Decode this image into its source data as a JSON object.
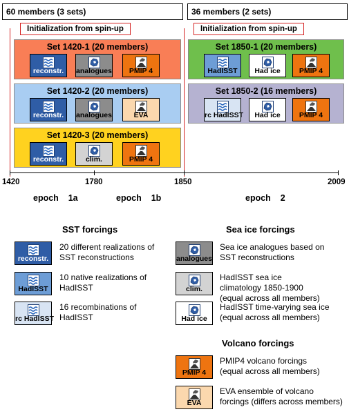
{
  "header": {
    "left": "60 members (3 sets)",
    "right": "36 members (2 sets)"
  },
  "init": {
    "left": "Initialization from spin-up",
    "right": "Initialization from spin-up"
  },
  "sets": [
    {
      "title": "Set 1420-1  (20 members)",
      "color": "#f97e56",
      "boxes": [
        {
          "label": "reconstr.",
          "type": "reconstr"
        },
        {
          "label": "analogues",
          "type": "analogues"
        },
        {
          "label": "PMIP 4",
          "type": "pmip"
        }
      ]
    },
    {
      "title": "Set 1420-2 (20 members)",
      "color": "#a9cdf2",
      "boxes": [
        {
          "label": "reconstr.",
          "type": "reconstr"
        },
        {
          "label": "analogues",
          "type": "analogues"
        },
        {
          "label": "EVA",
          "type": "eva"
        }
      ]
    },
    {
      "title": "Set 1420-3 (20 members)",
      "color": "#ffd21f",
      "boxes": [
        {
          "label": "reconstr.",
          "type": "reconstr"
        },
        {
          "label": "clim.",
          "type": "clim"
        },
        {
          "label": "PMIP 4",
          "type": "pmip"
        }
      ]
    },
    {
      "title": "Set 1850-1 (20 members)",
      "color": "#6fbf4c",
      "boxes": [
        {
          "label": "HadISST",
          "type": "hadisst"
        },
        {
          "label": "Had ice",
          "type": "hadice"
        },
        {
          "label": "PMIP 4",
          "type": "pmip"
        }
      ]
    },
    {
      "title": "Set 1850-2 (16 members)",
      "color": "#b5b2d1",
      "boxes": [
        {
          "label": "rc HadISST",
          "type": "rchadisst"
        },
        {
          "label": "Had ice",
          "type": "hadice"
        },
        {
          "label": "PMIP 4",
          "type": "pmip"
        }
      ]
    }
  ],
  "timeline": {
    "ticks": [
      "1420",
      "1780",
      "1850",
      "2009"
    ],
    "epochs": [
      "epoch    1a",
      "epoch    1b",
      "epoch    2"
    ]
  },
  "legend": {
    "sst_title": "SST forcings",
    "seaice_title": "Sea ice forcings",
    "volcano_title": "Volcano forcings",
    "sst": [
      {
        "label": "reconstr.",
        "type": "reconstr",
        "desc": [
          "20 different realizations of",
          "SST reconstructions"
        ]
      },
      {
        "label": "HadISST",
        "type": "hadisst",
        "desc": [
          "10 native realizations of",
          "HadISST"
        ]
      },
      {
        "label": "rc HadISST",
        "type": "rchadisst",
        "desc": [
          "16 recombinations of",
          "HadISST"
        ]
      }
    ],
    "seaice": [
      {
        "label": "analogues",
        "type": "analogues",
        "desc": [
          "Sea ice analogues based on",
          "SST reconstructions"
        ]
      },
      {
        "label": "clim.",
        "type": "clim",
        "desc": [
          "HadISST sea ice",
          "climatology 1850-1900",
          "(equal across all  members)"
        ]
      },
      {
        "label": "Had ice",
        "type": "hadice",
        "desc": [
          "HadISST time-varying sea ice",
          "(equal across all members)"
        ]
      }
    ],
    "volcano": [
      {
        "label": "PMIP 4",
        "type": "pmip",
        "desc": [
          "PMIP4 volcano forcings",
          "(equal across all members)"
        ]
      },
      {
        "label": "EVA",
        "type": "eva",
        "desc": [
          "EVA ensemble of volcano",
          "forcings (differs across members)"
        ]
      }
    ]
  }
}
